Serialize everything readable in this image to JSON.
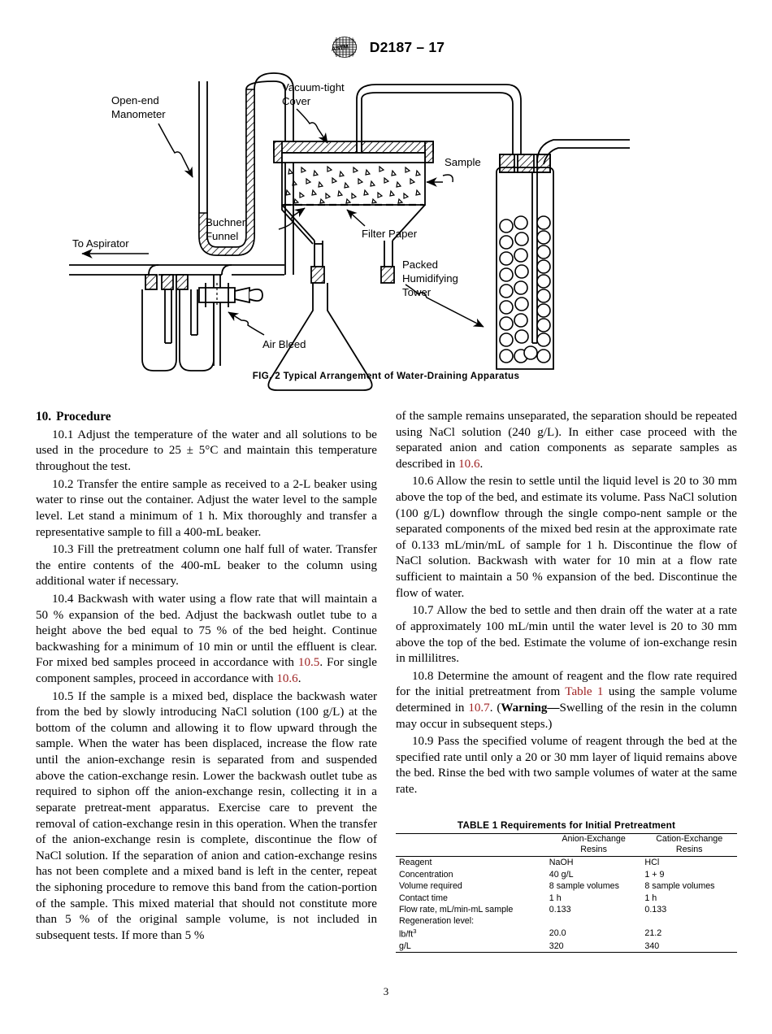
{
  "header": {
    "logo_alt": "ASTM",
    "doc_id": "D2187 – 17"
  },
  "figure": {
    "caption": "FIG. 2  Typical Arrangement of Water-Draining Apparatus",
    "labels": {
      "manometer_l1": "Open-end",
      "manometer_l2": "Manometer",
      "cover_l1": "Vacuum-tight",
      "cover_l2": "Cover",
      "sample": "Sample",
      "aspirator": "To Aspirator",
      "buchner_l1": "Buchner",
      "buchner_l2": "Funnel",
      "filter_paper": "Filter Paper",
      "tower_l1": "Packed",
      "tower_l2": "Humidifying",
      "tower_l3": "Tower",
      "air_bleed": "Air Bleed"
    }
  },
  "section": {
    "number": "10.",
    "title": "Procedure"
  },
  "left_column": {
    "p101": "10.1  Adjust the temperature of the water and all solutions to be used in the procedure to 25 ± 5°C and maintain this temperature throughout the test.",
    "p102": "10.2  Transfer the entire sample as received to a 2-L beaker using water to rinse out the container. Adjust the water level to the sample level. Let stand a minimum of 1 h. Mix thoroughly and transfer a representative sample to fill a 400-mL beaker.",
    "p103": "10.3 Fill the pretreatment column one half full of water. Transfer the entire contents of the 400-mL beaker to the column using additional water if necessary.",
    "p104_a": "10.4 Backwash with water using a flow rate that will maintain a 50 % expansion of the bed. Adjust the backwash outlet tube to a height above the bed equal to 75 % of the bed height. Continue backwashing for a minimum of 10 min or until the effluent is clear. For mixed bed samples proceed in accordance with ",
    "p104_ref1": "10.5",
    "p104_b": ". For single component samples, proceed in accordance with ",
    "p104_ref2": "10.6",
    "p104_c": ".",
    "p105": "10.5 If the sample is a mixed bed, displace the backwash water from the bed by slowly introducing NaCl solution (100 g/L) at the bottom of the column and allowing it to flow upward through the sample. When the water has been displaced, increase the flow rate until the anion-exchange resin is separated from and suspended above the cation-exchange resin. Lower the backwash outlet tube as required to siphon off the anion-exchange resin, collecting it in a separate pretreat-ment apparatus. Exercise care to prevent the removal of cation-exchange resin in this operation. When the transfer of the anion-exchange resin is complete, discontinue the flow of NaCl solution. If the separation of anion and cation-exchange resins has not been complete and a mixed band is left in the center, repeat the siphoning procedure to remove this band from the cation-portion of the sample. This mixed material that should not constitute more than 5 % of the original sample volume, is not included in subsequent tests. If more than 5 %"
  },
  "right_column": {
    "p105_cont_a": "of the sample remains unseparated, the separation should be repeated using NaCl solution (240 g/L). In either case proceed with the separated anion and cation components as separate samples as described in ",
    "p105_cont_ref": "10.6",
    "p105_cont_b": ".",
    "p106": "10.6  Allow the resin to settle until the liquid level is 20 to 30 mm above the top of the bed, and estimate its volume. Pass NaCl solution (100 g/L) downflow through the single compo-nent sample or the separated components of the mixed bed resin at the approximate rate of 0.133 mL/min/mL of sample for 1 h. Discontinue the flow of NaCl solution. Backwash with water for 10 min at a flow rate sufficient to maintain a 50 % expansion of the bed. Discontinue the flow of water.",
    "p107": "10.7  Allow the bed to settle and then drain off the water at a rate of approximately 100 mL/min until the water level is 20 to 30 mm above the top of the bed. Estimate the volume of ion-exchange resin in millilitres.",
    "p108_a": "10.8 Determine the amount of reagent and the flow rate required for the initial pretreatment from ",
    "p108_ref1": "Table 1",
    "p108_b": " using the sample volume determined in ",
    "p108_ref2": "10.7",
    "p108_c": ". (",
    "p108_warn": "Warning—",
    "p108_d": "Swelling of the resin in the column may occur in subsequent steps.)",
    "p109": "10.9  Pass the specified volume of reagent through the bed at the specified rate until only a 20 or 30 mm layer of liquid remains above the bed. Rinse the bed with two sample volumes of water at the same rate."
  },
  "table1": {
    "title": "TABLE 1 Requirements for Initial Pretreatment",
    "columns": [
      {
        "l1": "",
        "l2": ""
      },
      {
        "l1": "Anion-Exchange",
        "l2": "Resins"
      },
      {
        "l1": "Cation-Exchange",
        "l2": "Resins"
      }
    ],
    "rows": [
      {
        "label": "Reagent",
        "anion": "NaOH",
        "cation": "HCl",
        "indent": false
      },
      {
        "label": "Concentration",
        "anion": "40 g/L",
        "cation": "1 + 9",
        "indent": false
      },
      {
        "label": "Volume required",
        "anion": "8 sample volumes",
        "cation": "8 sample volumes",
        "indent": false
      },
      {
        "label": "Contact time",
        "anion": "1 h",
        "cation": "1 h",
        "indent": false
      },
      {
        "label": "Flow rate, mL/min-mL sample",
        "anion": "0.133",
        "cation": "0.133",
        "indent": false
      },
      {
        "label": "Regeneration level:",
        "anion": "",
        "cation": "",
        "indent": false
      },
      {
        "label": "lb/ft",
        "label_sup": "3",
        "anion": "20.0",
        "cation": "21.2",
        "indent": true
      },
      {
        "label": "g/L",
        "anion": "320",
        "cation": "340",
        "indent": true
      }
    ]
  },
  "footer": {
    "page_number": "3"
  },
  "colors": {
    "xref_red": "#9e2121",
    "text_black": "#000000",
    "background": "#ffffff"
  }
}
